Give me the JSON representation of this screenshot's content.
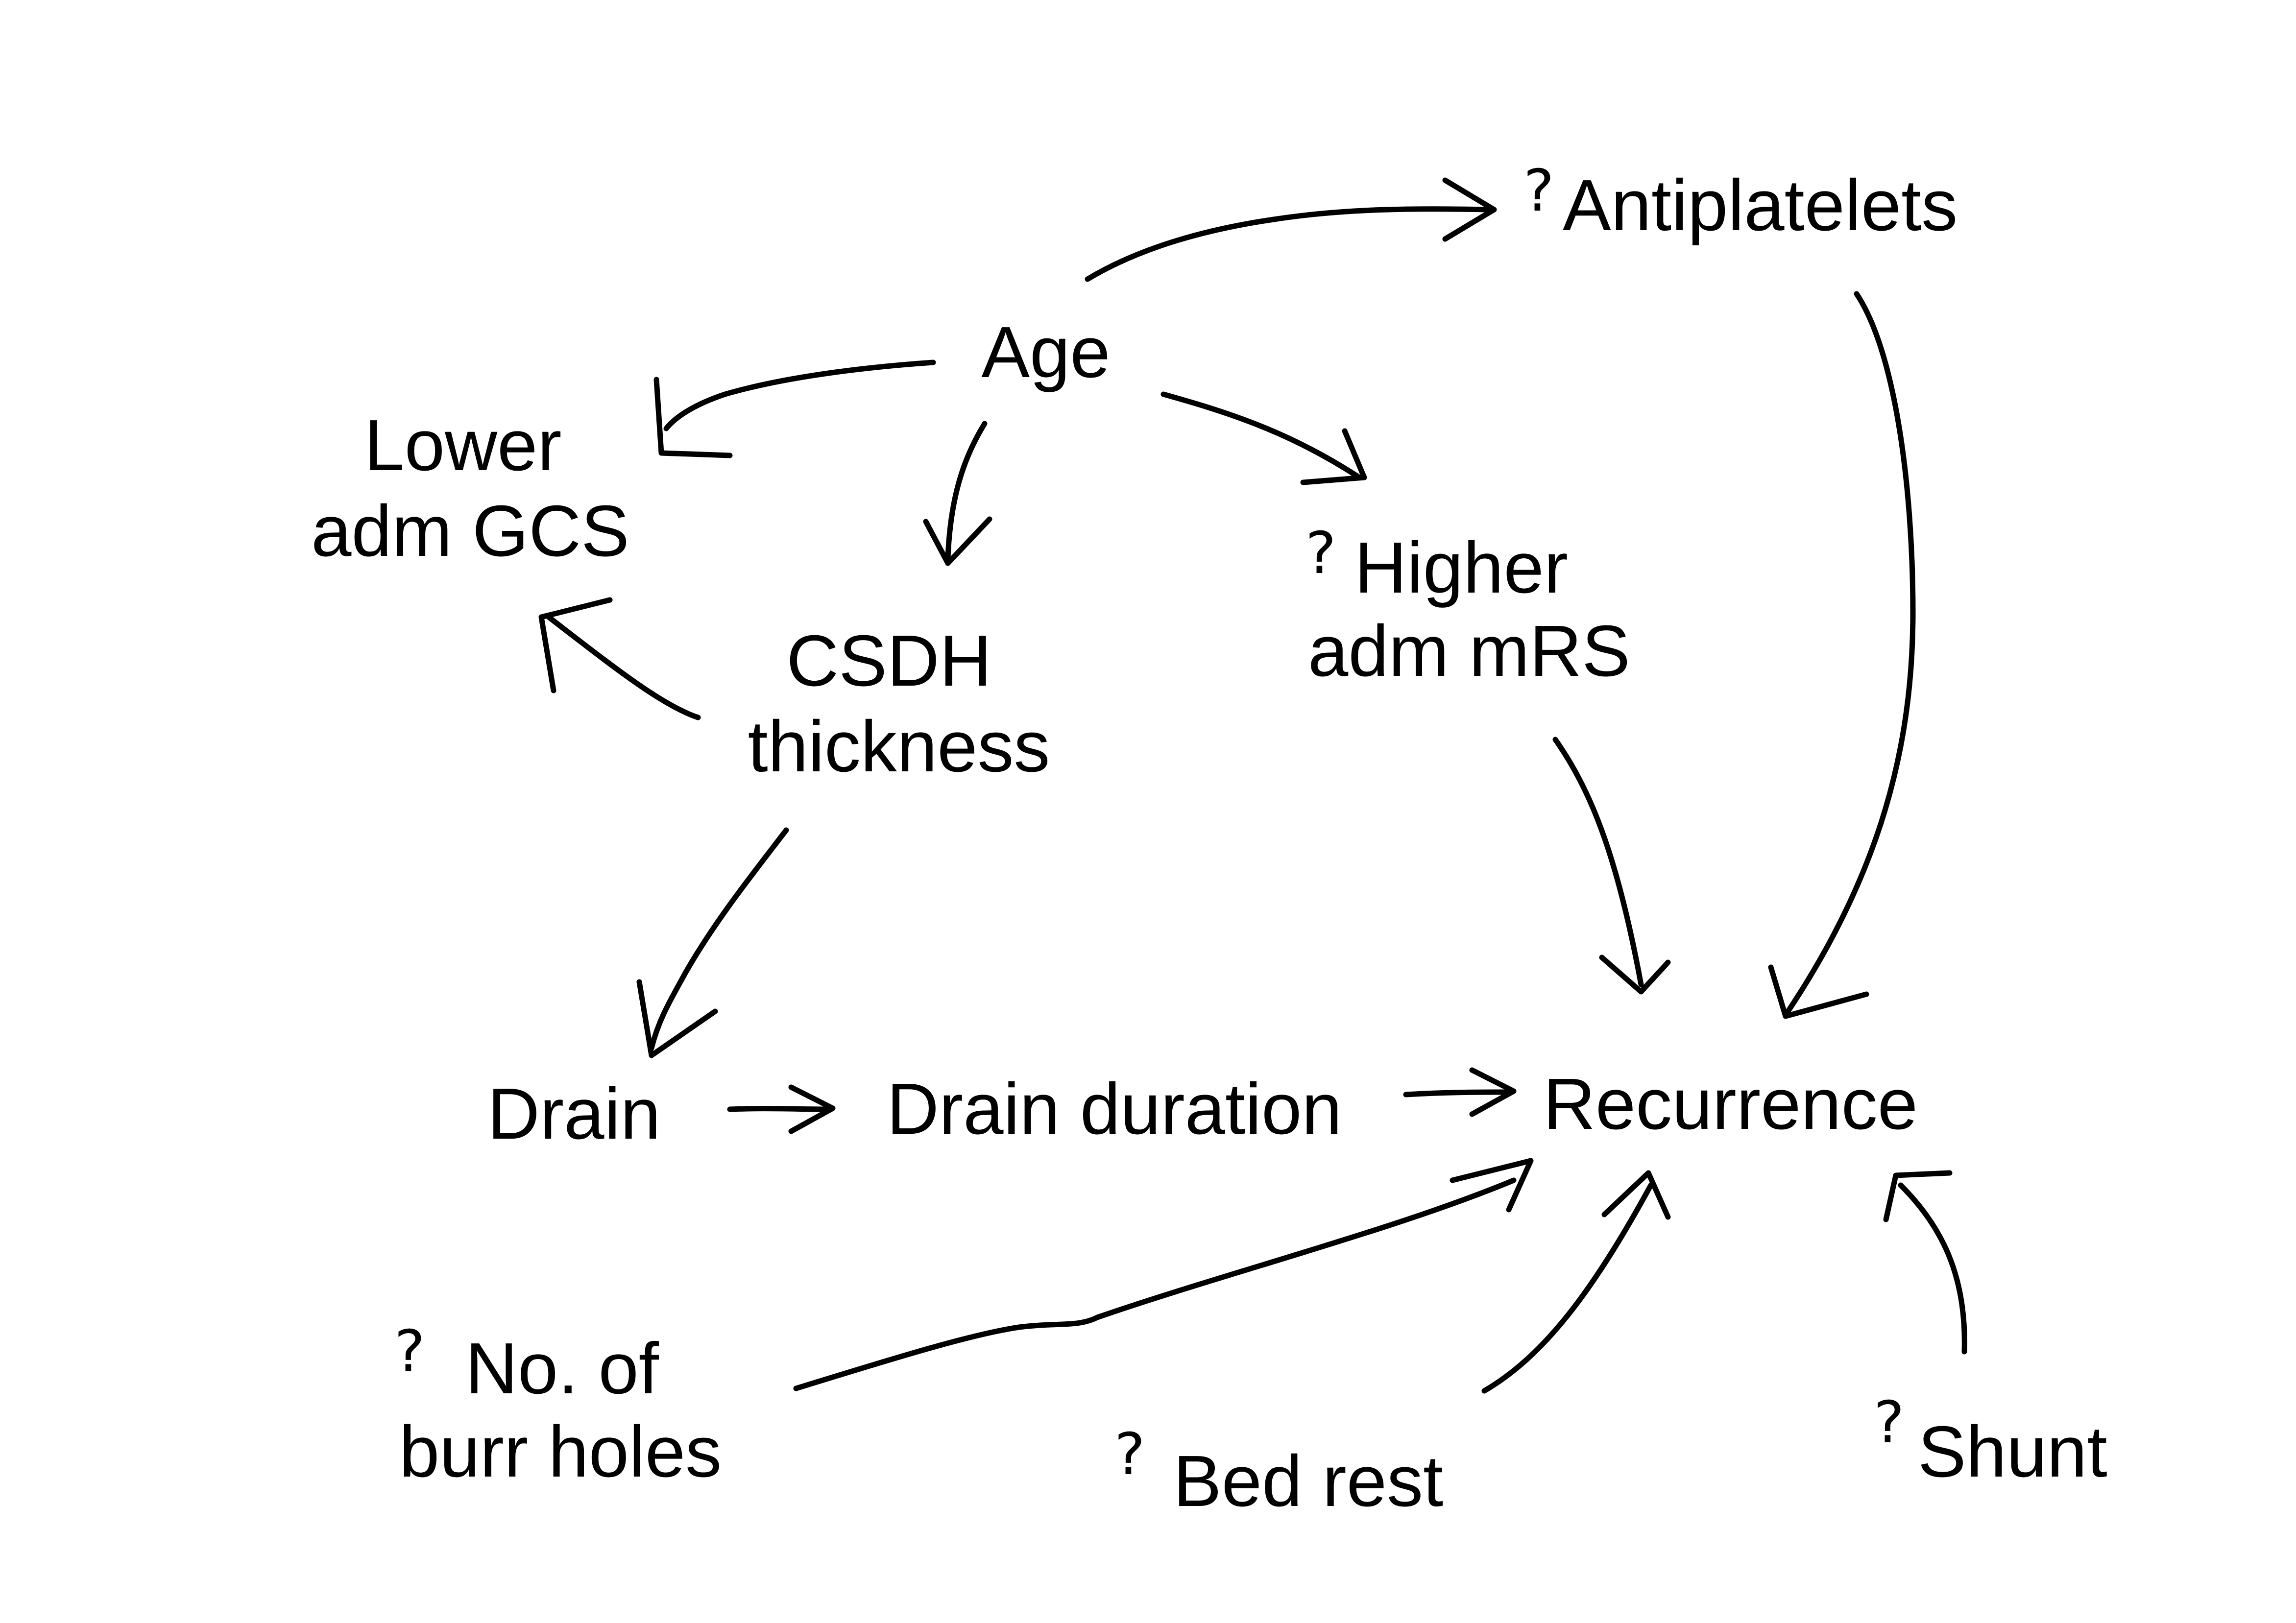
{
  "diagram": {
    "nodes": {
      "age": {
        "lines": [
          "Age"
        ]
      },
      "antiplatelets": {
        "prefix": "?",
        "lines": [
          "Antiplatelets"
        ]
      },
      "lower_adm_gcs": {
        "lines": [
          "Lower",
          "adm GCS"
        ]
      },
      "csdh_thickness": {
        "lines": [
          "CSDH",
          "thickness"
        ]
      },
      "higher_adm_mrs": {
        "prefix": "?",
        "lines": [
          "Higher",
          "adm mRS"
        ]
      },
      "drain": {
        "lines": [
          "Drain"
        ]
      },
      "drain_duration": {
        "lines": [
          "Drain duration"
        ]
      },
      "recurrence": {
        "lines": [
          "Recurrence"
        ]
      },
      "burr_holes": {
        "prefix": "?",
        "lines": [
          "No. of",
          "burr holes"
        ]
      },
      "bed_rest": {
        "prefix": "?",
        "lines": [
          "Bed rest"
        ]
      },
      "shunt": {
        "prefix": "?",
        "lines": [
          "Shunt"
        ]
      }
    },
    "edges": [
      {
        "from": "age",
        "to": "antiplatelets"
      },
      {
        "from": "age",
        "to": "lower_adm_gcs"
      },
      {
        "from": "age",
        "to": "csdh_thickness"
      },
      {
        "from": "age",
        "to": "higher_adm_mrs"
      },
      {
        "from": "csdh_thickness",
        "to": "lower_adm_gcs"
      },
      {
        "from": "csdh_thickness",
        "to": "drain"
      },
      {
        "from": "drain",
        "to": "drain_duration"
      },
      {
        "from": "drain_duration",
        "to": "recurrence"
      },
      {
        "from": "antiplatelets",
        "to": "recurrence"
      },
      {
        "from": "higher_adm_mrs",
        "to": "recurrence"
      },
      {
        "from": "burr_holes",
        "to": "recurrence"
      },
      {
        "from": "bed_rest",
        "to": "recurrence"
      },
      {
        "from": "shunt",
        "to": "recurrence"
      }
    ],
    "colors": {
      "ink": "#000000",
      "background": "#ffffff"
    }
  }
}
